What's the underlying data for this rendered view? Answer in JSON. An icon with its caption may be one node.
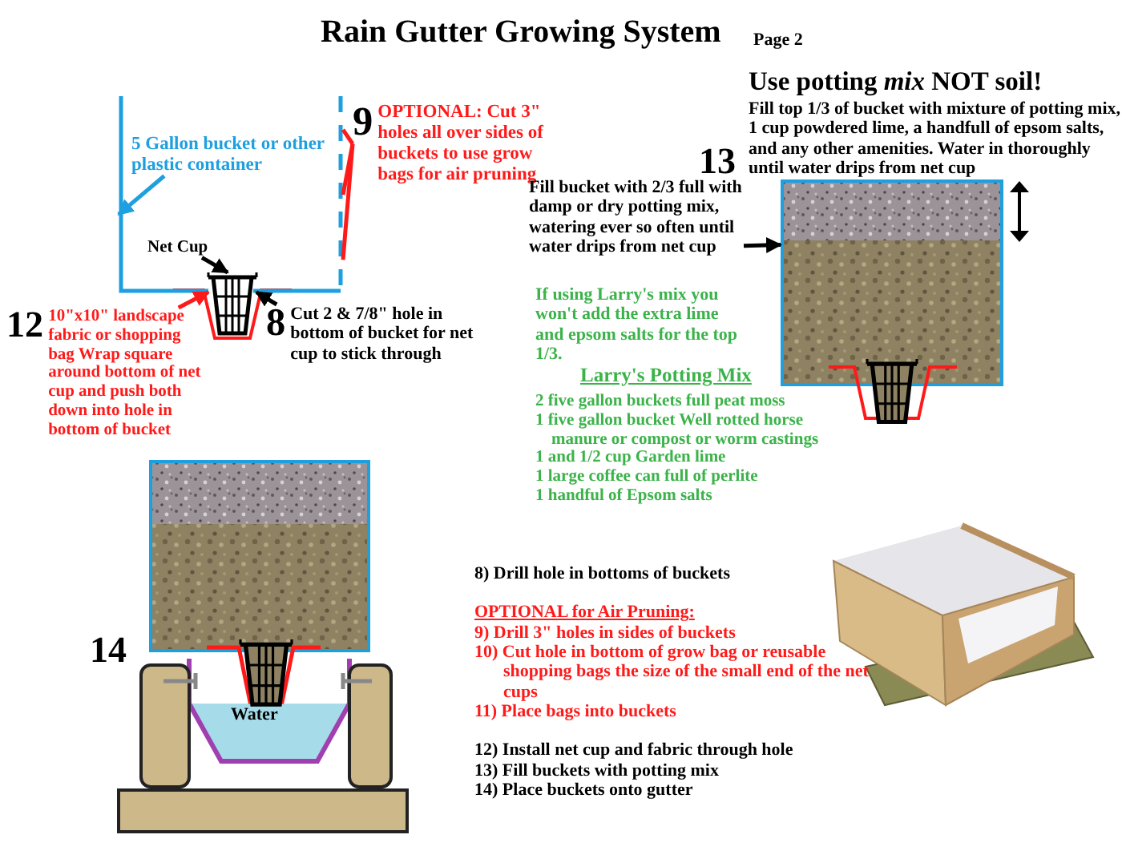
{
  "diagram": {
    "title": "Rain Gutter Growing System",
    "nodes": [
      {
        "text": [],
        "shape": "box"
      },
      {
        "text": [
          "5 Gallon bucket or other plastic container"
        ],
        "in": 0
      },
      {
        "text": [
          "9",
          "OPTIONAL: Cut 3\" holes all over sides of buckets to use grow bags for air pruning"
        ]
      },
      {
        "text": [
          "Net Cup"
        ],
        "in": 0
      },
      {
        "text": [],
        "shape": "picture"
      },
      {
        "text": [
          "12",
          "10\"x10\" landscape fabric or shopping bag Wrap square around bottom of net cup and push both down into hole in bottom of bucket"
        ]
      },
      {
        "text": [
          "8",
          "Cut 2 & 7/8\" hole in bottom of bucket for net cup to stick through"
        ]
      },
      {
        "text": [
          "Fill bucket with 2/3 full with damp or dry potting mix, watering ever so often until water drips from net cup"
        ]
      },
      {
        "text": [],
        "shape": "picture"
      }
    ],
    "edges": [
      {
        "from": 1,
        "to": 0,
        "arrow": "to",
        "color": "#1e9fe0"
      },
      {
        "from": 2,
        "to": 0,
        "arrow": "none",
        "color": "#ff1a1a"
      },
      {
        "from": 2,
        "to": 0,
        "arrow": "none",
        "color": "#ff1a1a"
      },
      {
        "from": 2,
        "to": 0,
        "arrow": "none",
        "color": "#ff1a1a"
      },
      {
        "from": 3,
        "to": 4,
        "arrow": "to",
        "color": "#000000"
      },
      {
        "from": 5,
        "to": 4,
        "arrow": "to",
        "color": "#ff1a1a"
      },
      {
        "from": 6,
        "to": 4,
        "arrow": "to",
        "color": "#000000"
      },
      {
        "from": 7,
        "to": 8,
        "arrow": "to",
        "color": "#000000"
      }
    ],
    "labels": [
      "Page 2",
      "Use potting *mix* NOT soil!",
      "13",
      "Fill top 1/3 of bucket with mixture of potting mix, 1 cup powdered lime, a handfull of epsom salts, and any other amenities. Water in thoroughly until water drips from net cup",
      "If using Larry's mix you won't add the extra lime and epsom salts for the top 1/3.",
      "Larry's Potting Mix",
      "2 five gallon buckets full peat moss",
      "1 five gallon bucket Well rotted horse manure or compost or worm castings",
      "1 and 1/2 cup Garden lime",
      "1 large coffee can full of perlite",
      "1 handful of Epsom salts",
      "14",
      "Water",
      "8) Drill hole in bottoms of buckets",
      "OPTIONAL for Air Pruning:",
      "9) Drill 3\" holes in sides of buckets",
      "10) Cut hole in bottom of grow bag or reusable shopping bags the size of the small end of the net cups",
      "11) Place bags into buckets",
      "12) Install net cup and fabric through hole",
      "13) Fill buckets with potting mix",
      "14) Place buckets onto gutter"
    ]
  }
}
